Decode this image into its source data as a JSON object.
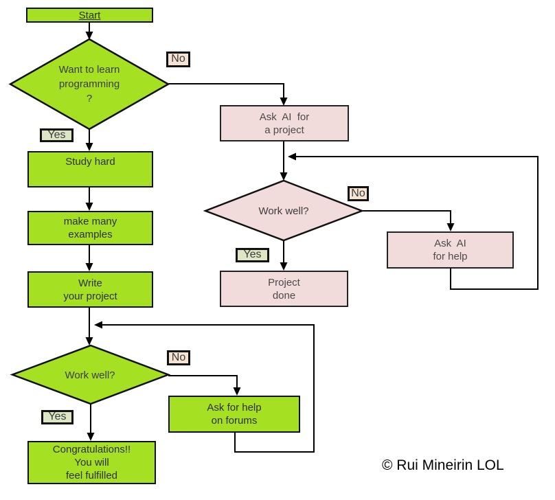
{
  "labels": {
    "yes": "Yes",
    "no": "No"
  },
  "nodes": {
    "start": "Start",
    "want_learn": {
      "l1": "Want to learn",
      "l2": "programming",
      "l3": "?"
    },
    "ask_ai_project": {
      "l1": "Ask  AI  for",
      "l2": "a project"
    },
    "study_hard": "Study hard",
    "make_examples": {
      "l1": "make many",
      "l2": "examples"
    },
    "write_project": {
      "l1": "Write",
      "l2": "your project"
    },
    "work_well_ai": "Work well?",
    "ask_ai_help": {
      "l1": "Ask  AI",
      "l2": "for help"
    },
    "project_done": {
      "l1": "Project",
      "l2": "done"
    },
    "work_well_self": "Work well?",
    "ask_forums": {
      "l1": "Ask for help",
      "l2": "on forums"
    },
    "congrats": {
      "l1": "Congratulations!!",
      "l2": "You will",
      "l3": "feel fulfilled"
    }
  },
  "footer": {
    "copyright": "© Rui Mineirin LOL"
  },
  "colors": {
    "node_green": "#A6E022",
    "node_pink": "#F2DCDB",
    "no_label_bg": "#F7E3D3",
    "yes_label_bg": "#DCE5C4",
    "connector": "#000000"
  }
}
